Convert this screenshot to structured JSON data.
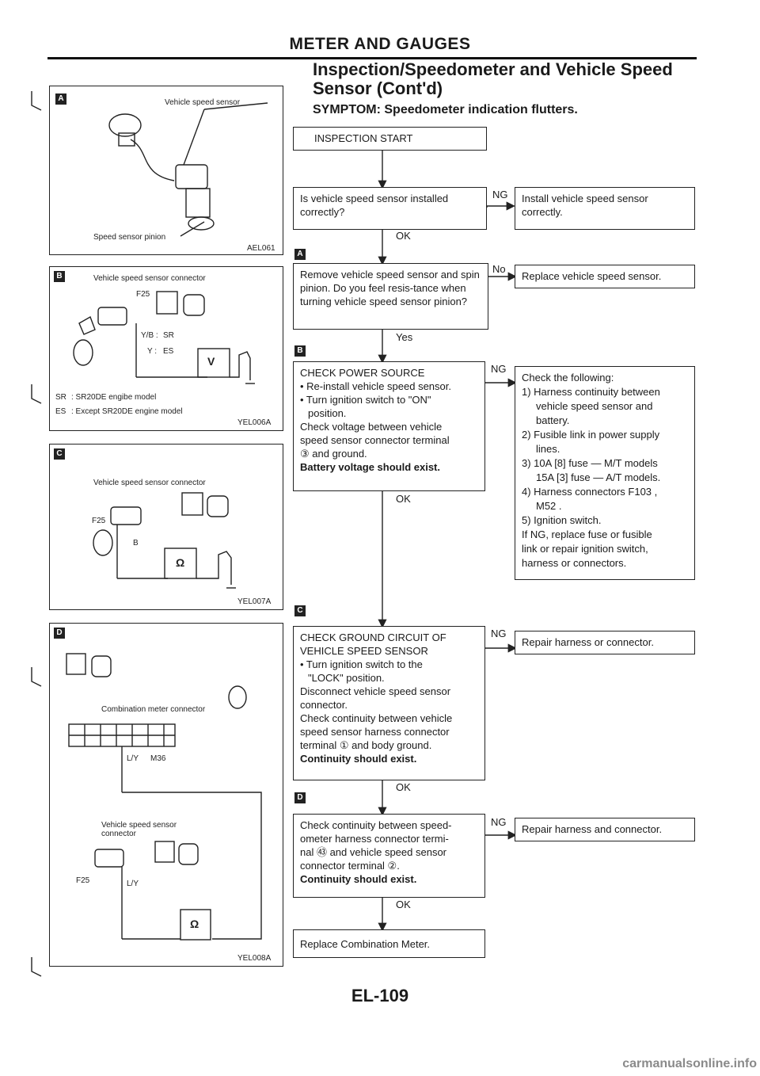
{
  "header": {
    "section": "METER AND GAUGES",
    "title": "Inspection/Speedometer and Vehicle Speed Sensor (Cont'd)",
    "symptom": "SYMPTOM: Speedometer indication flutters."
  },
  "figA": {
    "badge": "A",
    "label_sensor": "Vehicle speed sensor",
    "label_pinion": "Speed sensor pinion",
    "code": "AEL061"
  },
  "figB": {
    "badge": "B",
    "title": "Vehicle speed sensor connector",
    "conn": "F25",
    "wire1": "Y/B :",
    "wire1_tag": "SR",
    "wire2": "Y :",
    "wire2_tag": "ES",
    "note1_tag": "SR",
    "note1": ": SR20DE engibe model",
    "note2_tag": "ES",
    "note2": ": Except SR20DE engine model",
    "meter": "V",
    "code": "YEL006A"
  },
  "figC": {
    "badge": "C",
    "title": "Vehicle speed sensor connector",
    "conn": "F25",
    "wire": "B",
    "meter": "Ω",
    "code": "YEL007A"
  },
  "figD": {
    "badge": "D",
    "label_cm": "Combination meter connector",
    "wire_top": "L/Y",
    "conn_top": "M36",
    "label_vs": "Vehicle speed sensor connector",
    "conn_bottom": "F25",
    "wire_bottom": "L/Y",
    "meter": "Ω",
    "code": "YEL008A"
  },
  "flow": {
    "start": "INSPECTION START",
    "q1": "Is vehicle speed sensor installed correctly?",
    "q1_ng": "NG",
    "q1_action": "Install vehicle speed sensor correctly.",
    "q1_ok": "OK",
    "q2_badge": "A",
    "q2": "Remove vehicle speed sensor and spin pinion. Do you feel resis-tance when turning vehicle speed sensor pinion?",
    "q2_no": "No",
    "q2_action": "Replace vehicle speed sensor.",
    "q2_yes": "Yes",
    "q3_badge": "B",
    "q3_title": "CHECK POWER SOURCE",
    "q3_lines": [
      "• Re-install vehicle speed sensor.",
      "• Turn ignition switch to \"ON\"",
      "  position.",
      "Check voltage between vehicle",
      "speed sensor connector terminal",
      "③ and ground."
    ],
    "q3_bold": "Battery voltage should exist.",
    "q3_ng": "NG",
    "q3_action_lines": [
      "Check the following:",
      "1) Harness continuity between",
      "    vehicle speed sensor and",
      "    battery.",
      "2) Fusible link in power supply",
      "    lines.",
      "3) 10A [8] fuse — M/T models",
      "    15A [3] fuse — A/T models.",
      "4) Harness connectors F103 ,",
      "    M52 .",
      "5) Ignition switch.",
      "If NG, replace fuse or fusible",
      "link or repair ignition switch,",
      "harness or connectors."
    ],
    "q3_ok": "OK",
    "q4_badge": "C",
    "q4_lines": [
      "CHECK GROUND CIRCUIT OF",
      "VEHICLE SPEED SENSOR",
      "• Turn ignition switch to the",
      "  \"LOCK\" position.",
      "Disconnect vehicle speed sensor",
      "connector.",
      "Check continuity between vehicle",
      "speed sensor harness connector",
      "terminal ① and body ground."
    ],
    "q4_bold": "Continuity should exist.",
    "q4_ng": "NG",
    "q4_action": "Repair harness or connector.",
    "q4_ok": "OK",
    "q5_badge": "D",
    "q5_lines": [
      "Check continuity between speed-",
      "ometer harness connector termi-",
      "nal ㊸ and vehicle speed sensor",
      "connector terminal ②."
    ],
    "q5_bold": "Continuity should exist.",
    "q5_ng": "NG",
    "q5_action": "Repair harness and connector.",
    "q5_ok": "OK",
    "end": "Replace Combination Meter."
  },
  "footer": {
    "page": "EL-109",
    "watermark": "carmanualsonline.info"
  }
}
